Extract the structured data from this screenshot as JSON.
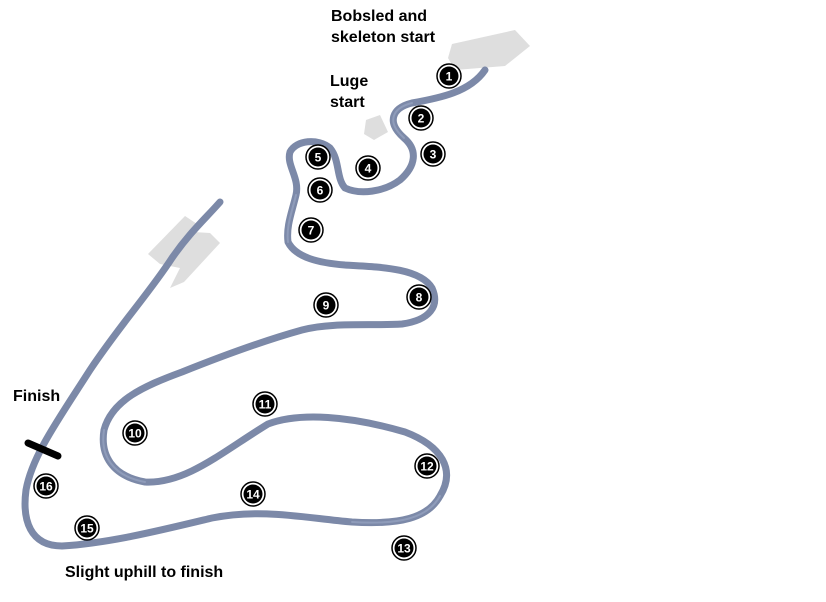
{
  "labels": {
    "bobsled_start_line1": "Bobsled and",
    "bobsled_start_line2": "skeleton start",
    "luge_start_line1": "Luge",
    "luge_start_line2": "start",
    "finish": "Finish",
    "uphill": "Slight uphill to finish"
  },
  "curves": [
    "1",
    "2",
    "3",
    "4",
    "5",
    "6",
    "7",
    "8",
    "9",
    "10",
    "11",
    "12",
    "13",
    "14",
    "15",
    "16"
  ],
  "colors": {
    "track": "#7c89a8",
    "track_edge": "#66728f",
    "building": "#dedede",
    "marker": "#000000",
    "finish_bar": "#000000"
  }
}
